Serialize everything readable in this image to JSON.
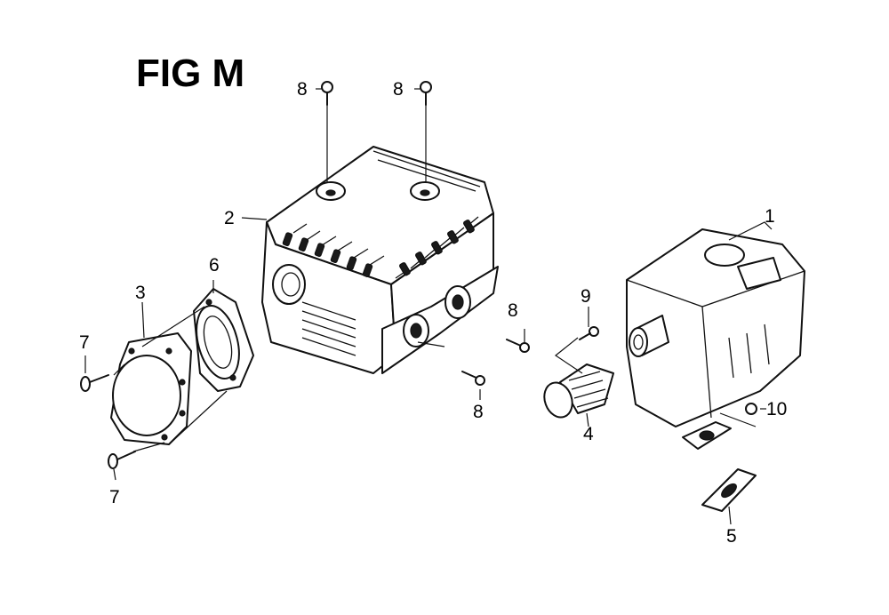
{
  "figure": {
    "title": "FIG M"
  },
  "callouts": {
    "c1": "1",
    "c2": "2",
    "c3": "3",
    "c4": "4",
    "c5": "5",
    "c6": "6",
    "c7a": "7",
    "c7b": "7",
    "c8a": "8",
    "c8b": "8",
    "c8c": "8",
    "c8d": "8",
    "c9": "9",
    "c10": "10"
  }
}
